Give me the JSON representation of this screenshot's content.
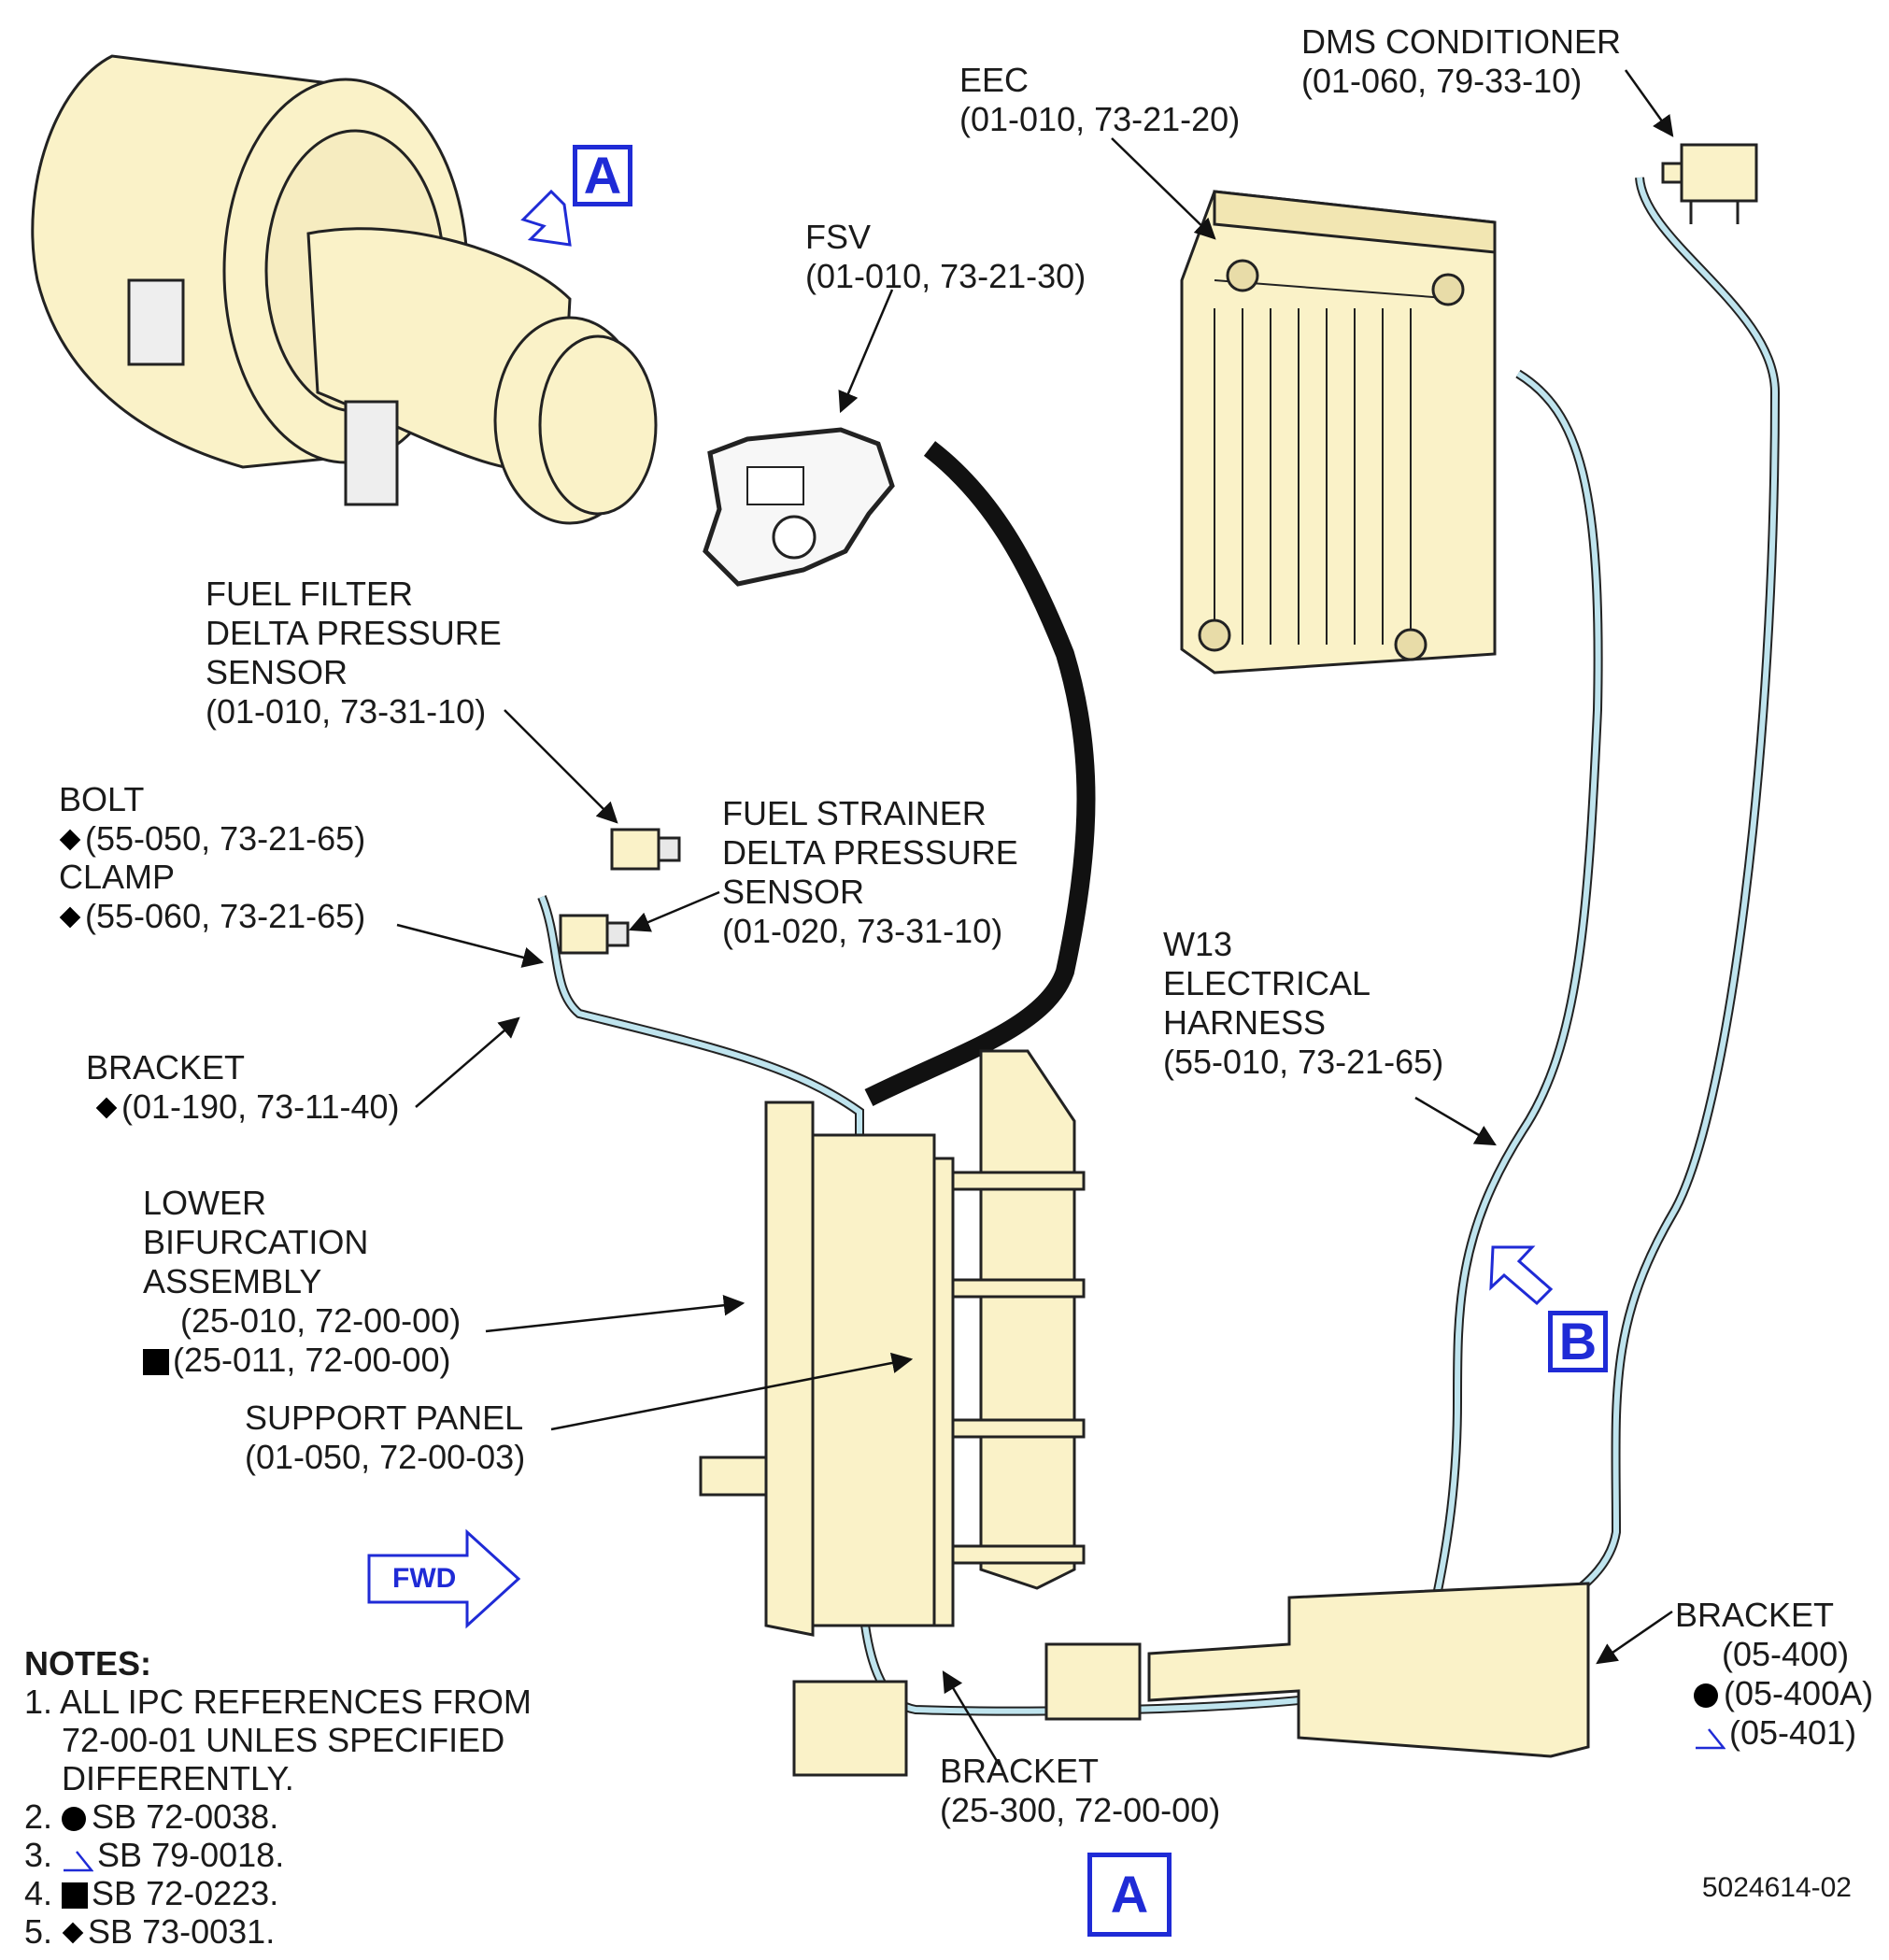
{
  "labels": {
    "eec": {
      "name": "EEC",
      "ref": "(01-010, 73-21-20)"
    },
    "dms": {
      "name": "DMS CONDITIONER",
      "ref": "(01-060, 79-33-10)"
    },
    "fsv": {
      "name": "FSV",
      "ref": "(01-010, 73-21-30)"
    },
    "fuel_filter": {
      "line1": "FUEL FILTER",
      "line2": "DELTA PRESSURE",
      "line3": "SENSOR",
      "ref": "(01-010, 73-31-10)"
    },
    "bolt": {
      "name": "BOLT",
      "ref": "(55-050, 73-21-65)"
    },
    "clamp": {
      "name": "CLAMP",
      "ref": "(55-060, 73-21-65)"
    },
    "fuel_strainer": {
      "line1": "FUEL STRAINER",
      "line2": "DELTA PRESSURE",
      "line3": "SENSOR",
      "ref": "(01-020, 73-31-10)"
    },
    "w13": {
      "line1": "W13",
      "line2": "ELECTRICAL",
      "line3": "HARNESS",
      "ref": "(55-010, 73-21-65)"
    },
    "bracket_left": {
      "name": "BRACKET",
      "ref": "(01-190, 73-11-40)"
    },
    "lower_bif": {
      "line1": "LOWER",
      "line2": "BIFURCATION",
      "line3": "ASSEMBLY",
      "ref1": "(25-010, 72-00-00)",
      "ref2": "(25-011, 72-00-00)"
    },
    "support_panel": {
      "name": "SUPPORT PANEL",
      "ref": "(01-050, 72-00-03)"
    },
    "bracket_bottom": {
      "name": "BRACKET",
      "ref": "(25-300, 72-00-00)"
    },
    "bracket_right": {
      "name": "BRACKET",
      "ref1": "(05-400)",
      "ref2": "(05-400A)",
      "ref3": "(05-401)"
    }
  },
  "view_markers": {
    "a_top": "A",
    "a_bottom": "A",
    "b": "B"
  },
  "fwd": "FWD",
  "notes": {
    "title": "NOTES:",
    "items": [
      {
        "num": "1.",
        "text": "ALL IPC REFERENCES FROM",
        "cont1": "72-00-01 UNLES SPECIFIED",
        "cont2": "DIFFERENTLY."
      },
      {
        "num": "2.",
        "symbol": "dot",
        "text": "SB 72-0038."
      },
      {
        "num": "3.",
        "symbol": "flag",
        "text": "SB 79-0018."
      },
      {
        "num": "4.",
        "symbol": "square",
        "text": "SB 72-0223."
      },
      {
        "num": "5.",
        "symbol": "diamond",
        "text": "SB 73-0031."
      }
    ]
  },
  "doc_number": "5024614-02",
  "colors": {
    "part_fill": "#faf2c8",
    "harness": "#bfe4ee",
    "blue_marker": "#1f2bd6",
    "line": "#1a1a1a"
  }
}
